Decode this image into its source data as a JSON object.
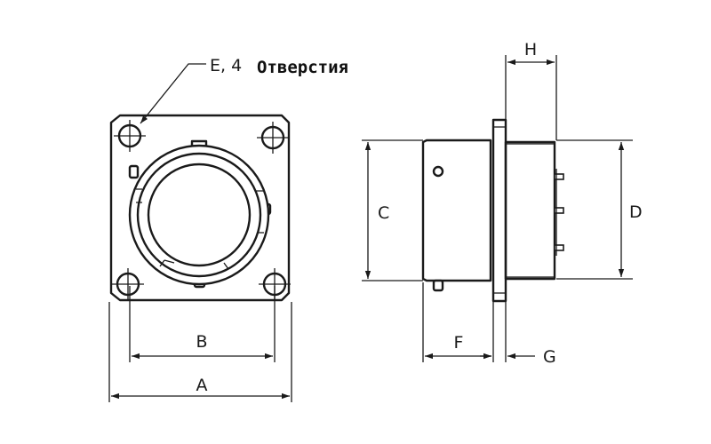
{
  "diagram": {
    "front_view": {
      "flange_mounting_holes": 4,
      "coupling_ring_bayonets": 3
    },
    "side_view": {
      "contact_pins": 3
    },
    "dimensions": {
      "a": "A",
      "b": "B",
      "c": "C",
      "d": "D",
      "f": "F",
      "g": "G",
      "h": "H"
    },
    "note": {
      "e_label": "E, 4",
      "holes_text": "Отверстия"
    }
  }
}
